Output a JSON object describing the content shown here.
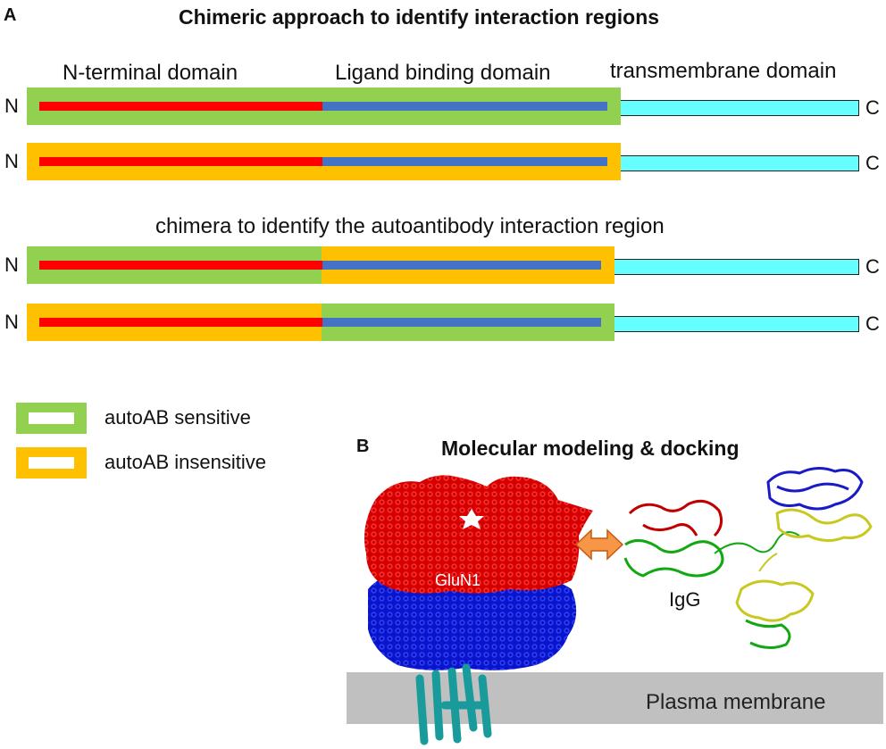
{
  "panel_a": {
    "letter": "A",
    "title": "Chimeric approach to identify interaction regions",
    "domains": [
      "N-terminal domain",
      "Ligand binding domain",
      "transmembrane domain"
    ],
    "subtitle": "chimera to identify the autoantibody interaction region",
    "n_label": "N",
    "c_label": "C",
    "constructs": [
      {
        "ntd_frame": "sensitive",
        "lbd_frame": "sensitive"
      },
      {
        "ntd_frame": "insensitive",
        "lbd_frame": "insensitive"
      },
      {
        "ntd_frame": "sensitive",
        "lbd_frame": "insensitive"
      },
      {
        "ntd_frame": "insensitive",
        "lbd_frame": "sensitive"
      }
    ],
    "colors": {
      "sensitive": "#92d050",
      "insensitive": "#ffc000",
      "ntd": "#ff0000",
      "lbd": "#4472c4",
      "tmd": "#66ffff"
    }
  },
  "legend": {
    "sensitive": "autoAB sensitive",
    "insensitive": "autoAB insensitive"
  },
  "panel_b": {
    "letter": "B",
    "title": "Molecular modeling & docking",
    "receptor_label": "GluN1",
    "antibody_label": "IgG",
    "membrane_label": "Plasma membrane",
    "colors": {
      "receptor_top": "#d40000",
      "receptor_bottom": "#0a14c8",
      "membrane": "#c0c0c0",
      "arrow": "#f79646",
      "helix": "#1a9b9b"
    }
  }
}
